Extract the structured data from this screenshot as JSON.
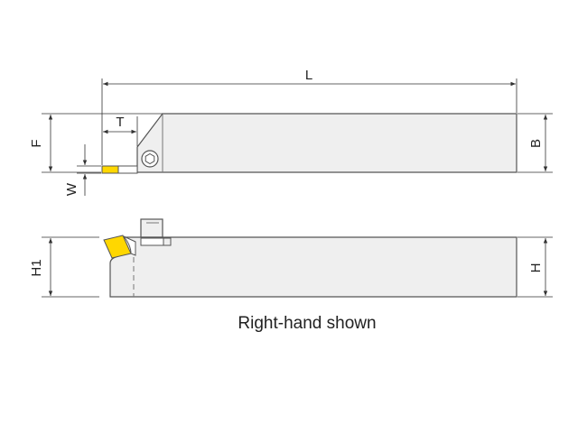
{
  "caption": "Right-hand shown",
  "dimensions": {
    "L": "L",
    "T": "T",
    "F": "F",
    "W": "W",
    "B": "B",
    "H1": "H1",
    "H": "H"
  },
  "colors": {
    "body_fill": "#efefef",
    "outline": "#555555",
    "insert": "#ffd700",
    "dim_line": "#333333"
  }
}
